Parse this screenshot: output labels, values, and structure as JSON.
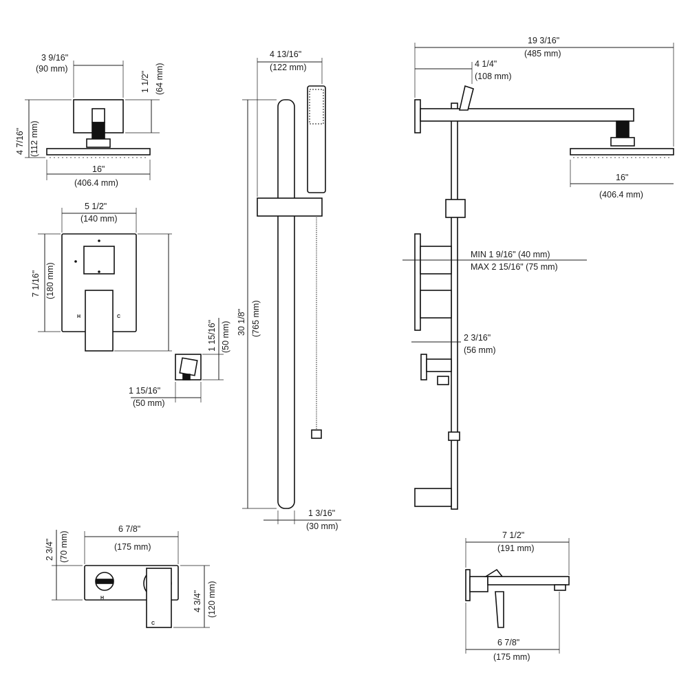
{
  "labels": {
    "head_width_in": "3 9/16\"",
    "head_width_mm": "(90 mm)",
    "arm_height_in": "1 1/2\"",
    "arm_height_mm": "(64 mm)",
    "head_drop_in": "4 7/16\"",
    "head_drop_mm": "(112 mm)",
    "head_dia_in": "16\"",
    "head_dia_mm": "(406.4 mm)",
    "valve_width_in": "5 1/2\"",
    "valve_width_mm": "(140 mm)",
    "valve_height_in": "7 1/16\"",
    "valve_height_mm": "(180 mm)",
    "elbow_h_in": "1 15/16\"",
    "elbow_h_mm": "(50 mm)",
    "elbow_w_in": "1 15/16\"",
    "elbow_w_mm": "(50 mm)",
    "hand_width_in": "4 13/16\"",
    "hand_width_mm": "(122 mm)",
    "bar_height_in": "30 1/8\"",
    "bar_height_mm": "(765 mm)",
    "bar_dia_in": "1 3/16\"",
    "bar_dia_mm": "(30 mm)",
    "total_reach_in": "19 3/16\"",
    "total_reach_mm": "(485 mm)",
    "arm_offset_in": "4 1/4\"",
    "arm_offset_mm": "(108 mm)",
    "side_head_in": "16\"",
    "side_head_mm": "(406.4 mm)",
    "depth_min": "MIN 1 9/16\" (40 mm)",
    "depth_max": "MAX 2 15/16\" (75 mm)",
    "valve_proj_in": "2 3/16\"",
    "valve_proj_mm": "(56 mm)",
    "tub_width_in": "6 7/8\"",
    "tub_width_mm": "(175 mm)",
    "tub_height_in": "2 3/4\"",
    "tub_height_mm": "(70 mm)",
    "tub_total_in": "4 3/4\"",
    "tub_total_mm": "(120 mm)",
    "spout_reach_in": "7 1/2\"",
    "spout_reach_mm": "(191 mm)",
    "spout_plate_in": "6 7/8\"",
    "spout_plate_mm": "(175 mm)",
    "valve_hot": "H",
    "valve_cold": "C",
    "tub_hot": "H",
    "tub_cold": "C"
  }
}
